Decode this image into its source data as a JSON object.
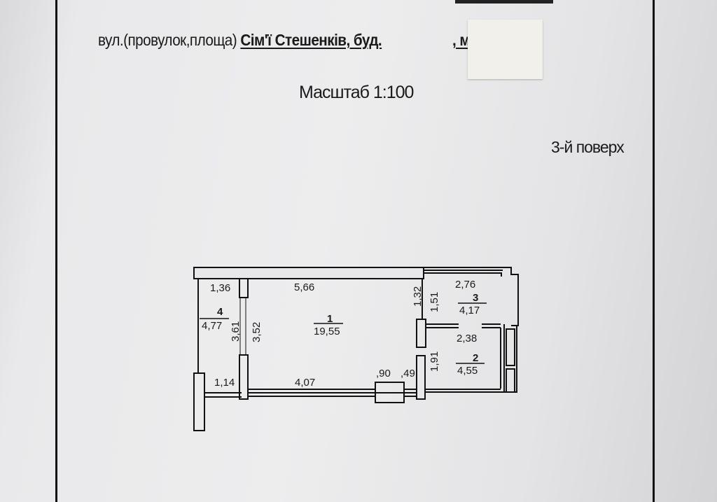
{
  "header": {
    "address_prefix": "вул.(провулок,площа)",
    "address_street": "Сім'ї Стешенків, буд.",
    "address_city": ", м. Київ",
    "scale": "Масштаб 1:100",
    "floor": "3-й поверх"
  },
  "plan": {
    "rooms": [
      {
        "number": "1",
        "area": "19,55"
      },
      {
        "number": "2",
        "area": "4,55"
      },
      {
        "number": "3",
        "area": "4,17"
      },
      {
        "number": "4",
        "area": "4,77"
      }
    ],
    "dimensions": {
      "room4_top": "1,36",
      "room4_bottom": "1,14",
      "room4_side": "3,61",
      "room1_side": "3,52",
      "room1_top": "5,66",
      "room1_bottom": "4,07",
      "door_width": ",90",
      "door_offset": ",49",
      "room1_right": "1,32",
      "room3_side": "1,51",
      "room3_top": "2,76",
      "room2_top": "2,38",
      "room2_side": "1,91"
    }
  }
}
